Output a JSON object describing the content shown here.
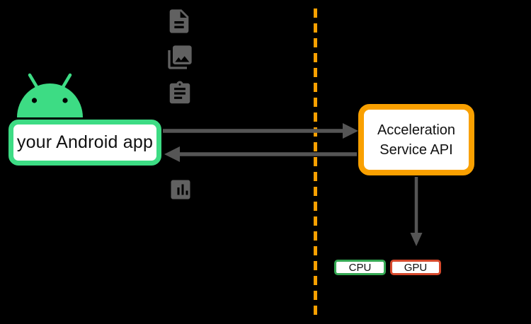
{
  "diagram": {
    "app_box": {
      "label": "your Android app"
    },
    "service_box": {
      "label": "Acceleration Service API"
    },
    "hardware": {
      "cpu_label": "CPU",
      "gpu_label": "GPU"
    },
    "icons": {
      "android_logo": "android-robot-icon",
      "input_column": [
        "document-icon",
        "photo-library-icon",
        "clipboard-icon"
      ],
      "below_app": "bar-chart-icon"
    },
    "arrows": [
      "app-to-service",
      "service-to-app",
      "service-to-hardware"
    ],
    "colors": {
      "background": "#000000",
      "android_green": "#3DDC84",
      "service_orange": "#F9A000",
      "cpu_green": "#34A853",
      "gpu_red": "#D6492C",
      "arrow_gray": "#555555",
      "icon_gray": "#616161"
    }
  }
}
